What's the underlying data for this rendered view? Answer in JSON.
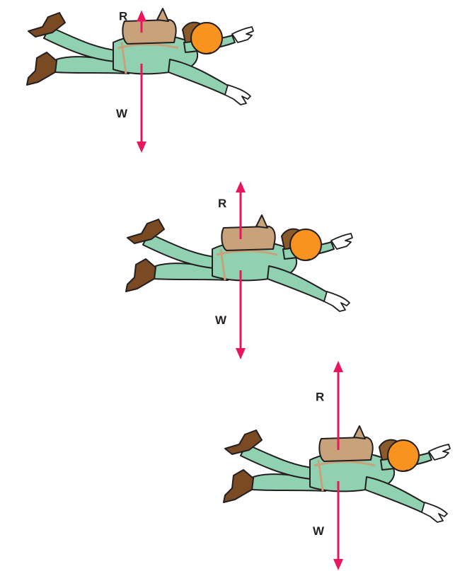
{
  "colors": {
    "arrow": "#e8175d",
    "suit": "#8fd1b0",
    "outline": "#231f20",
    "boot": "#7a4a22",
    "pack": "#c8a27a",
    "helmet": "#f7931e",
    "hair": "#8b5a2b",
    "skin": "#ffffff"
  },
  "figures": [
    {
      "id": "skydiver-1",
      "resistance_label": "R",
      "weight_label": "W",
      "resistance_magnitude": 0.25,
      "weight_magnitude": 1.0
    },
    {
      "id": "skydiver-2",
      "resistance_label": "R",
      "weight_label": "W",
      "resistance_magnitude": 0.65,
      "weight_magnitude": 1.0
    },
    {
      "id": "skydiver-3",
      "resistance_label": "R",
      "weight_label": "W",
      "resistance_magnitude": 1.0,
      "weight_magnitude": 1.0
    }
  ]
}
